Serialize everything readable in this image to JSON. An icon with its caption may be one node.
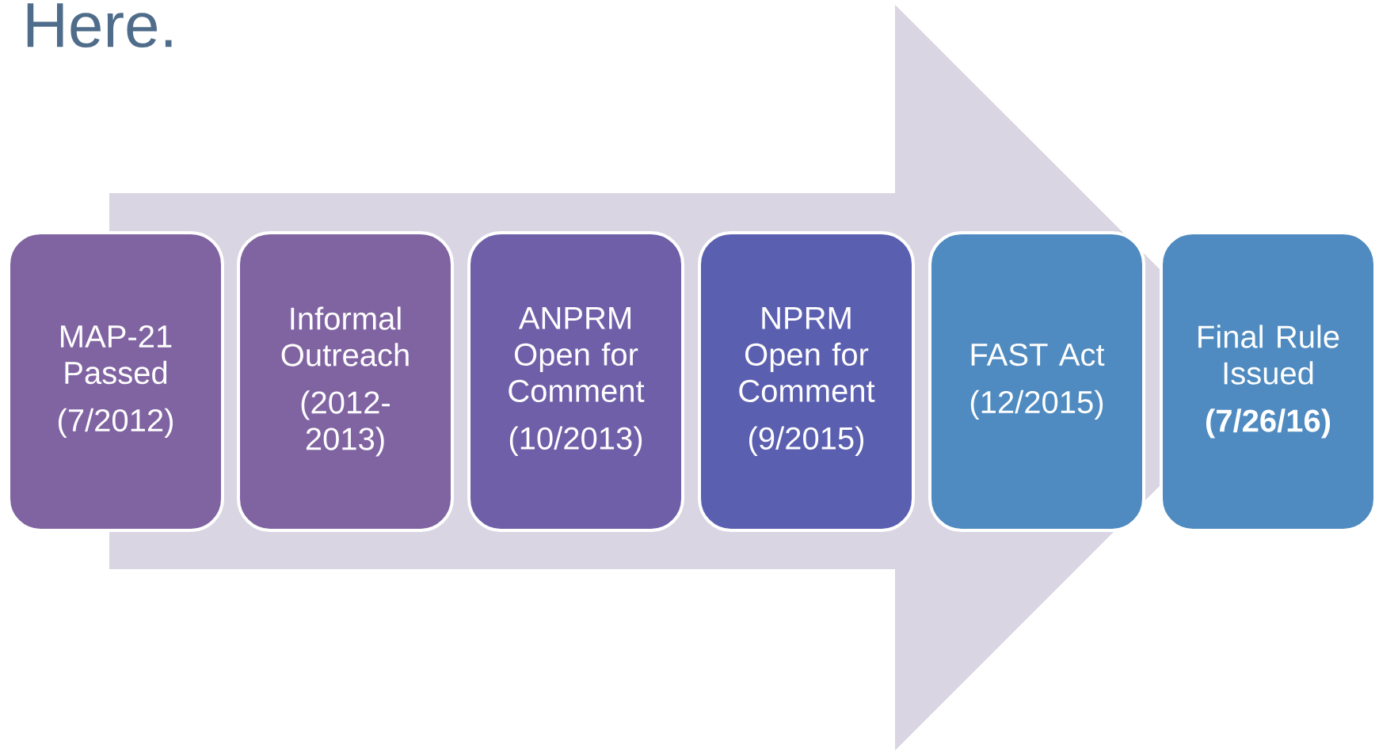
{
  "diagram": {
    "title": "Here.",
    "nodes": [
      {
        "text": [
          "MAP-21 Passed",
          "(7/2012)"
        ]
      },
      {
        "text": [
          "Informal Outreach",
          "(2012-2013)"
        ]
      },
      {
        "text": [
          "ANPRM Open for Comment",
          "(10/2013)"
        ]
      },
      {
        "text": [
          "NPRM Open for Comment",
          "(9/2015)"
        ]
      },
      {
        "text": [
          "FAST Act",
          "(12/2015)"
        ]
      },
      {
        "text": [
          "Final Rule Issued",
          "(7/26/16)"
        ]
      }
    ],
    "edges": [
      {
        "from": 0,
        "to": 5,
        "arrow": "to"
      }
    ]
  }
}
